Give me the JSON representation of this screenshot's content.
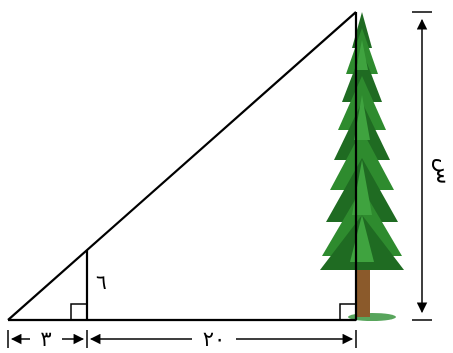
{
  "figure": {
    "labels": {
      "small_height": "٦",
      "tree_height": "س",
      "shadow_gap": "٣",
      "base_length": "٢٠"
    },
    "colors": {
      "line": "#000000",
      "foliage_dark": "#1f6b22",
      "foliage_mid": "#2e8b2e",
      "foliage_light": "#3fa33f",
      "trunk": "#8b5a2b",
      "ground": "#58a55c"
    },
    "icons": {
      "tree": "pine-tree-icon",
      "right_angle": "right-angle-marker"
    }
  }
}
